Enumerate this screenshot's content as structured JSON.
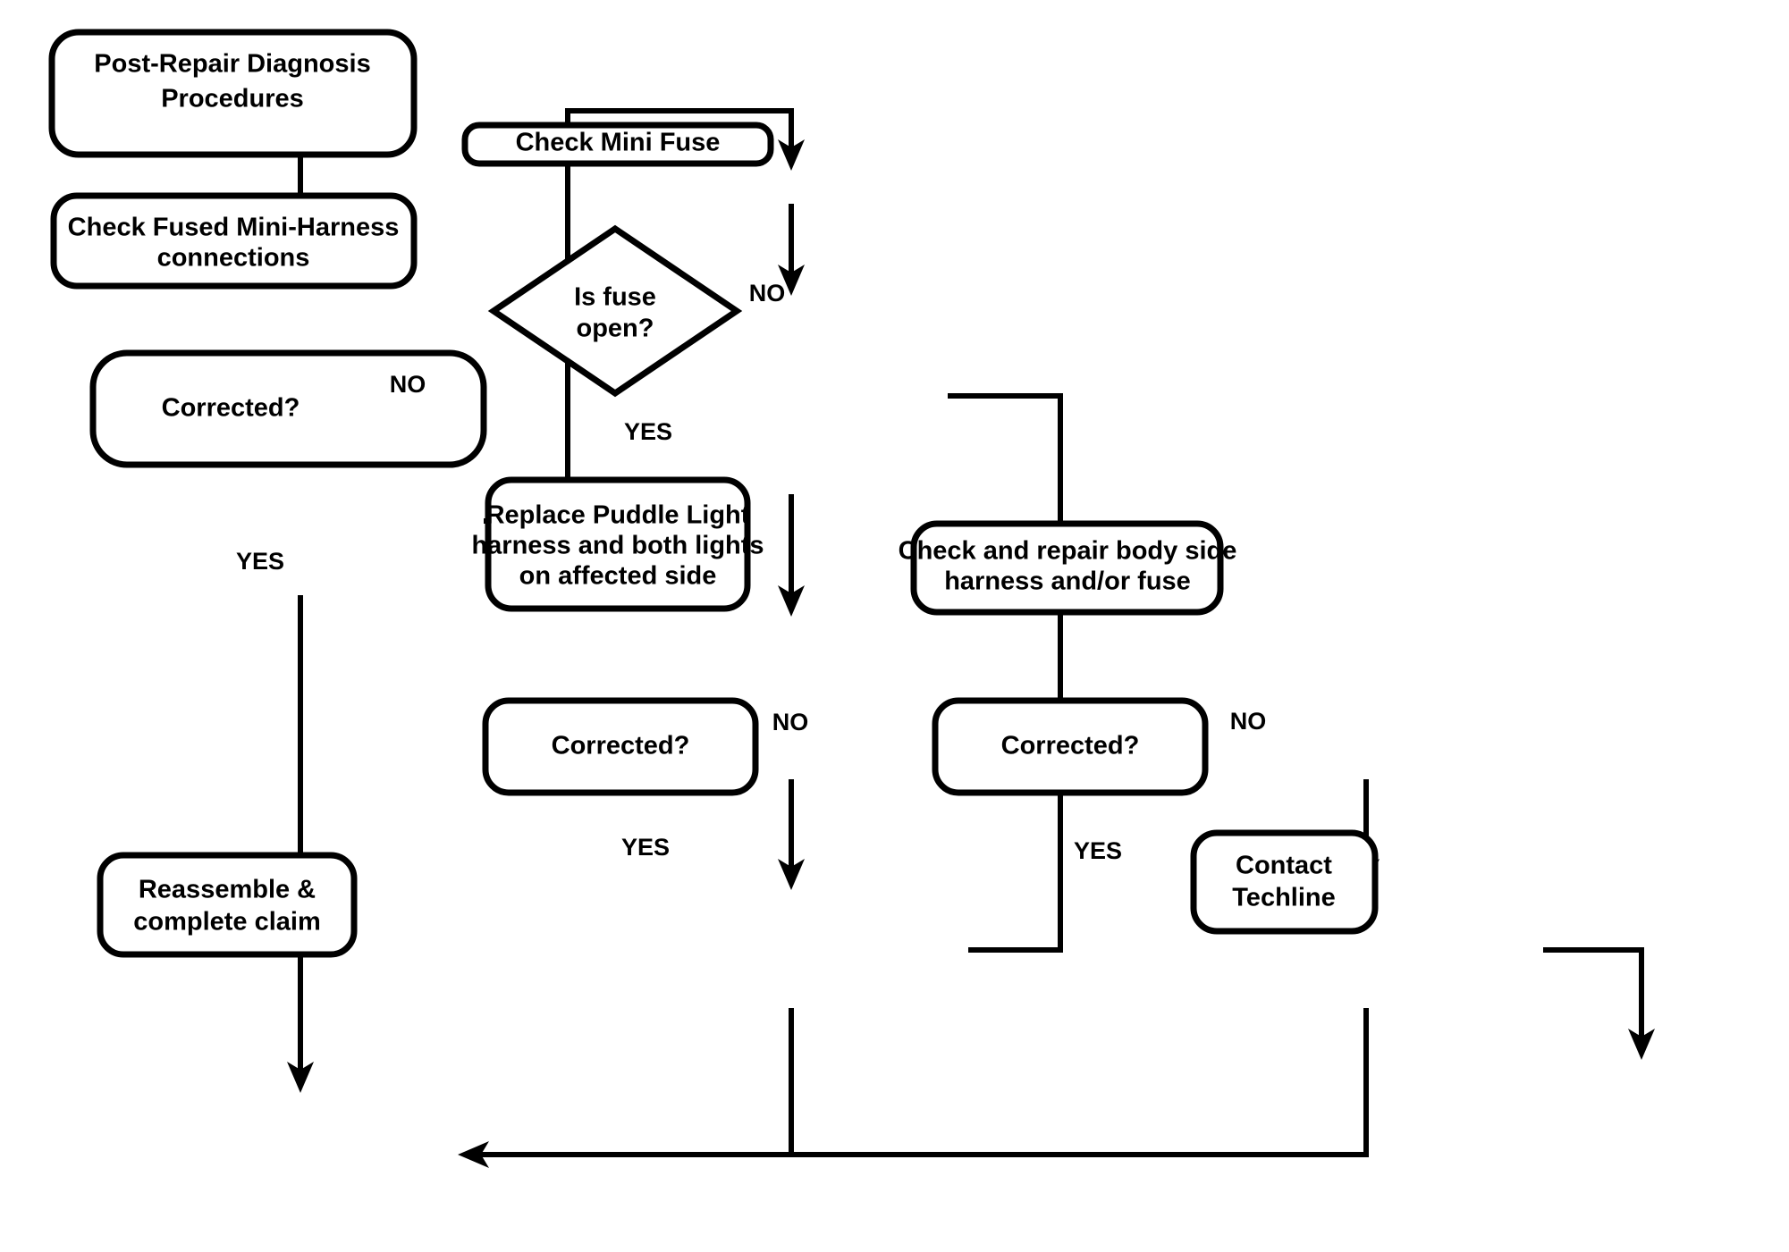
{
  "diagram": {
    "title": "Post-Repair Diagnosis Procedures Flowchart",
    "colors": {
      "background": "#ffffff",
      "stroke": "#000000",
      "text": "#000000"
    },
    "nodes": {
      "start": {
        "id": "post-repair-diagnosis-procedures",
        "shape": "rounded-rectangle",
        "line1": "Post-Repair Diagnosis",
        "line2": "Procedures"
      },
      "check_fused_mini_harness": {
        "id": "check-fused-mini-harness-connections",
        "shape": "rounded-rectangle",
        "line1": "Check Fused Mini-Harness",
        "line2": "connections"
      },
      "corrected_left": {
        "id": "corrected-left",
        "shape": "rounded-rectangle",
        "line1": "Corrected?"
      },
      "check_mini_fuse": {
        "id": "check-mini-fuse",
        "shape": "rounded-rectangle",
        "line1": "Check Mini Fuse"
      },
      "is_fuse_open": {
        "id": "is-fuse-open",
        "shape": "diamond",
        "line1": "Is fuse",
        "line2": "open?"
      },
      "replace_puddle_light": {
        "id": "replace-puddle-light-harness",
        "shape": "rounded-rectangle",
        "line1": "Replace Puddle Light",
        "line2": "harness and both lights",
        "line3": "on affected side"
      },
      "corrected_middle": {
        "id": "corrected-middle",
        "shape": "rounded-rectangle",
        "line1": "Corrected?"
      },
      "check_body_side_harness": {
        "id": "check-and-repair-body-side-harness",
        "shape": "rounded-rectangle",
        "line1": "Check and repair body side",
        "line2": "harness and/or fuse"
      },
      "corrected_right": {
        "id": "corrected-right",
        "shape": "rounded-rectangle",
        "line1": "Corrected?"
      },
      "reassemble": {
        "id": "reassemble-complete-claim",
        "shape": "rounded-rectangle",
        "line1": "Reassemble &",
        "line2": "complete claim"
      },
      "contact_techline": {
        "id": "contact-techline",
        "shape": "rounded-rectangle",
        "line1": "Contact",
        "line2": "Techline"
      }
    },
    "edge_labels": {
      "corrected_left_no": "NO",
      "corrected_left_yes": "YES",
      "is_fuse_open_no": "NO",
      "is_fuse_open_yes": "YES",
      "corrected_middle_no": "NO",
      "corrected_middle_yes": "YES",
      "corrected_right_no": "NO",
      "corrected_right_yes": "YES"
    }
  }
}
